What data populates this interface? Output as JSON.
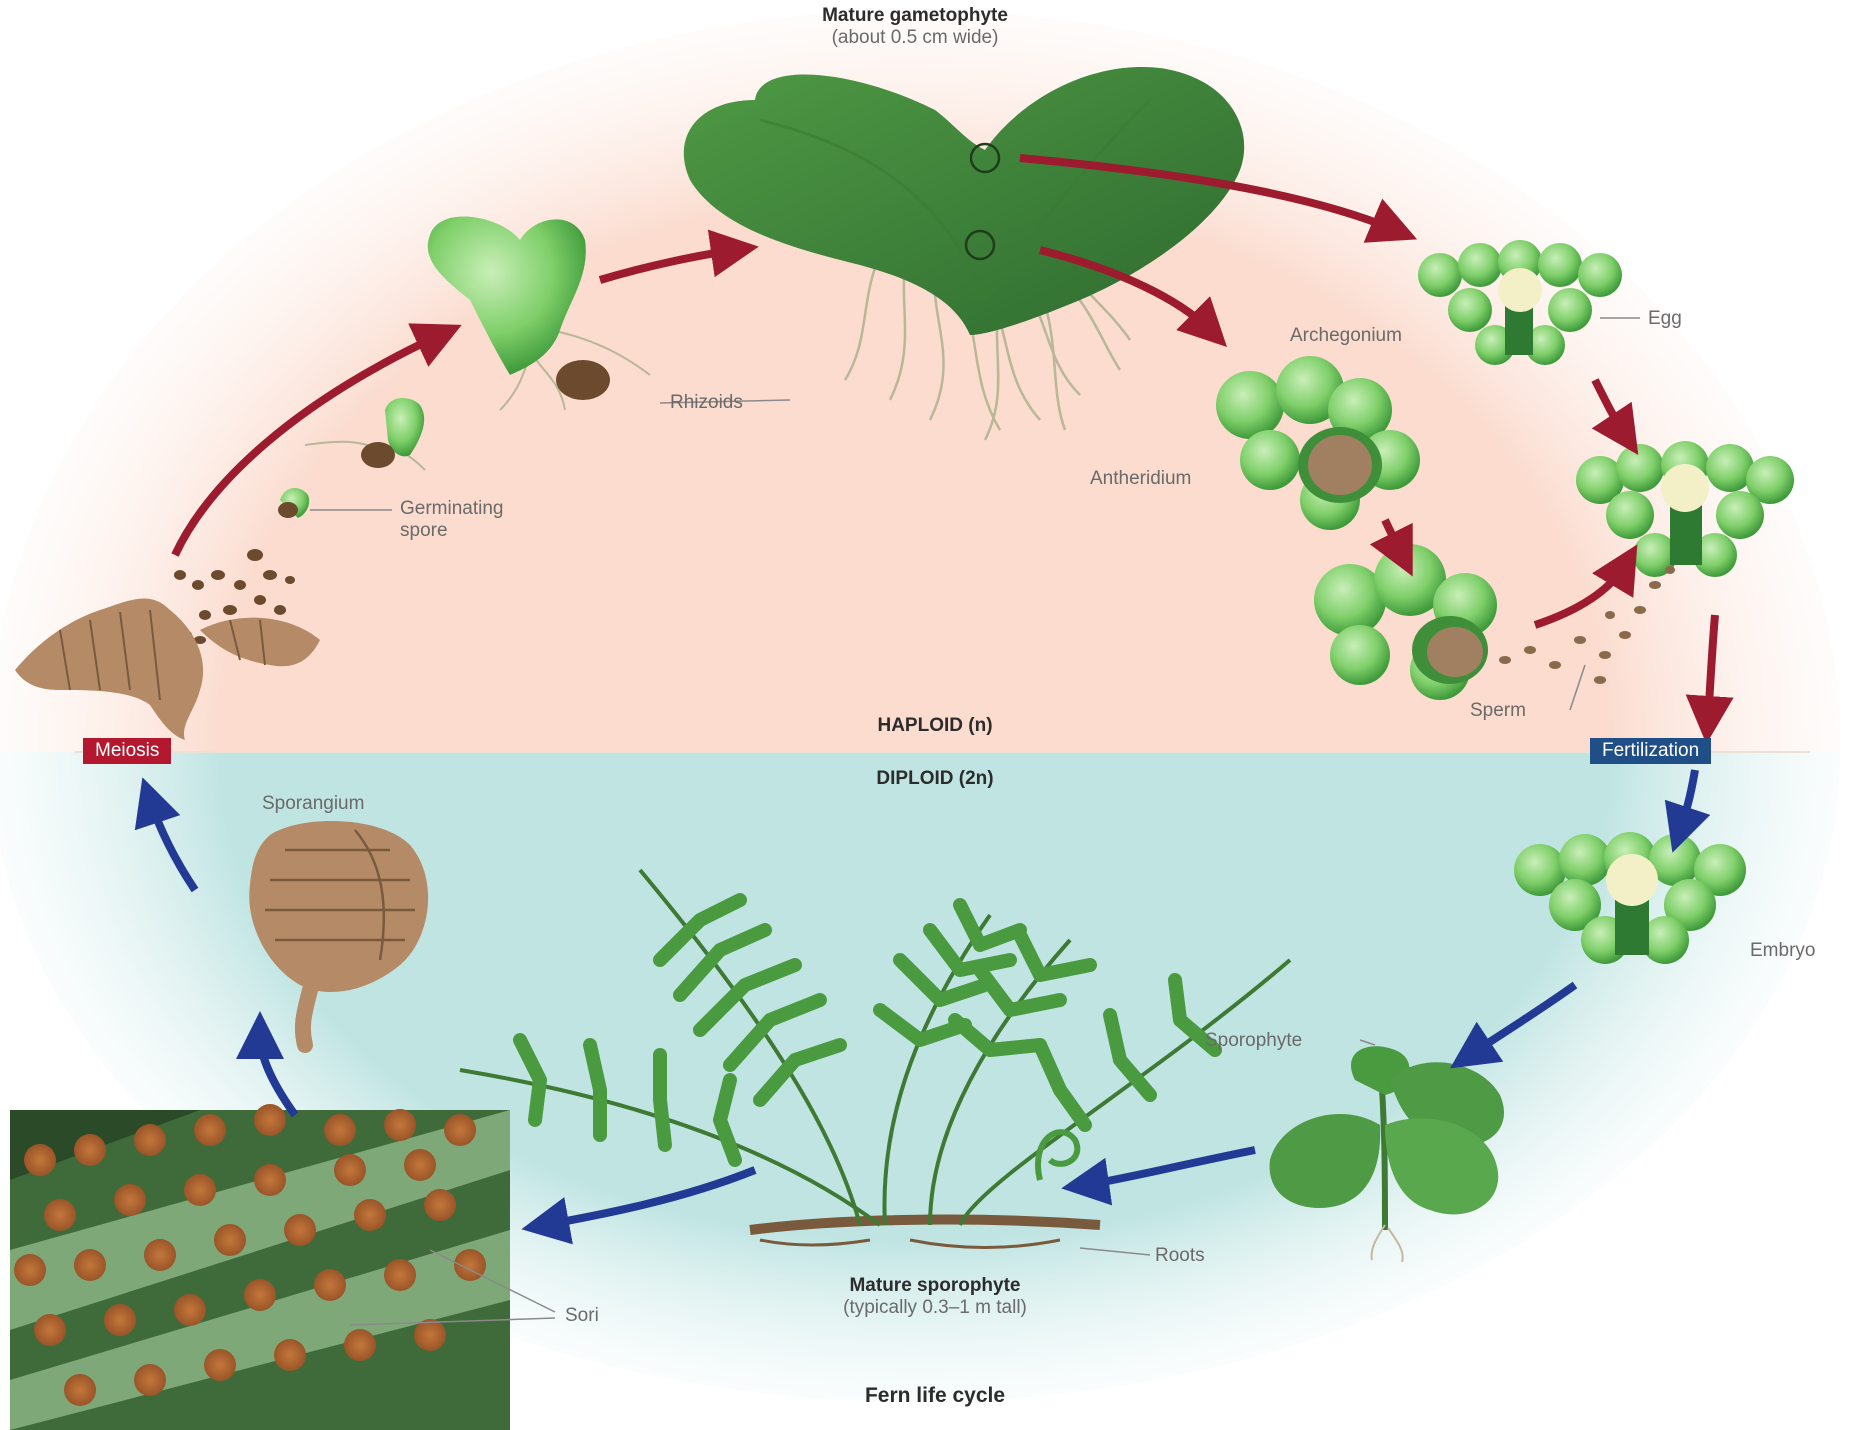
{
  "title": "Fern life cycle",
  "gametophyte": {
    "name": "Mature gametophyte",
    "size": "(about 0.5 cm wide)"
  },
  "sporophyte": {
    "name": "Mature sporophyte",
    "size": "(typically 0.3–1 m tall)"
  },
  "phases": {
    "haploid": "HAPLOID (n)",
    "diploid": "DIPLOID (2n)"
  },
  "events": {
    "meiosis": "Meiosis",
    "fertilization": "Fertilization"
  },
  "labels": {
    "germinating_1": "Germinating",
    "germinating_2": "spore",
    "rhizoids": "Rhizoids",
    "archegonium": "Archegonium",
    "egg": "Egg",
    "antheridium": "Antheridium",
    "sperm": "Sperm",
    "embryo": "Embryo",
    "young_sporophyte": "Sporophyte",
    "roots": "Roots",
    "sporangium": "Sporangium",
    "sori": "Sori"
  },
  "colors": {
    "haploid_bg": "#fbdccf",
    "diploid_bg": "#bfe4e2",
    "haploid_arrow": "#9c1b2e",
    "diploid_arrow": "#233a94",
    "meiosis_badge": "#b3182e",
    "fertilization_badge": "#1f4f86"
  },
  "icons": [
    "gametophyte-icon",
    "sporangium-icon",
    "fern-icon",
    "archegonium-icon",
    "antheridium-icon",
    "embryo-icon",
    "young-sporophyte-icon"
  ]
}
